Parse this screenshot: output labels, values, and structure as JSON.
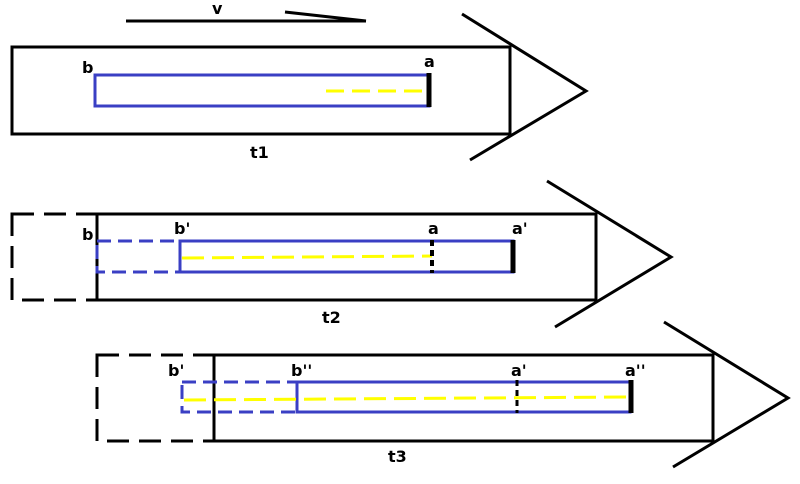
{
  "colors": {
    "outline": "#000000",
    "rod": "#3a3fc4",
    "beam": "#ffff00",
    "background": "#ffffff"
  },
  "velocity": {
    "label": "v"
  },
  "frames": [
    {
      "time_label": "t1",
      "labels": [
        "b",
        "a"
      ]
    },
    {
      "time_label": "t2",
      "labels": [
        "b",
        "b'",
        "a",
        "a'"
      ]
    },
    {
      "time_label": "t3",
      "labels": [
        "b'",
        "b''",
        "a'",
        "a''"
      ]
    }
  ]
}
